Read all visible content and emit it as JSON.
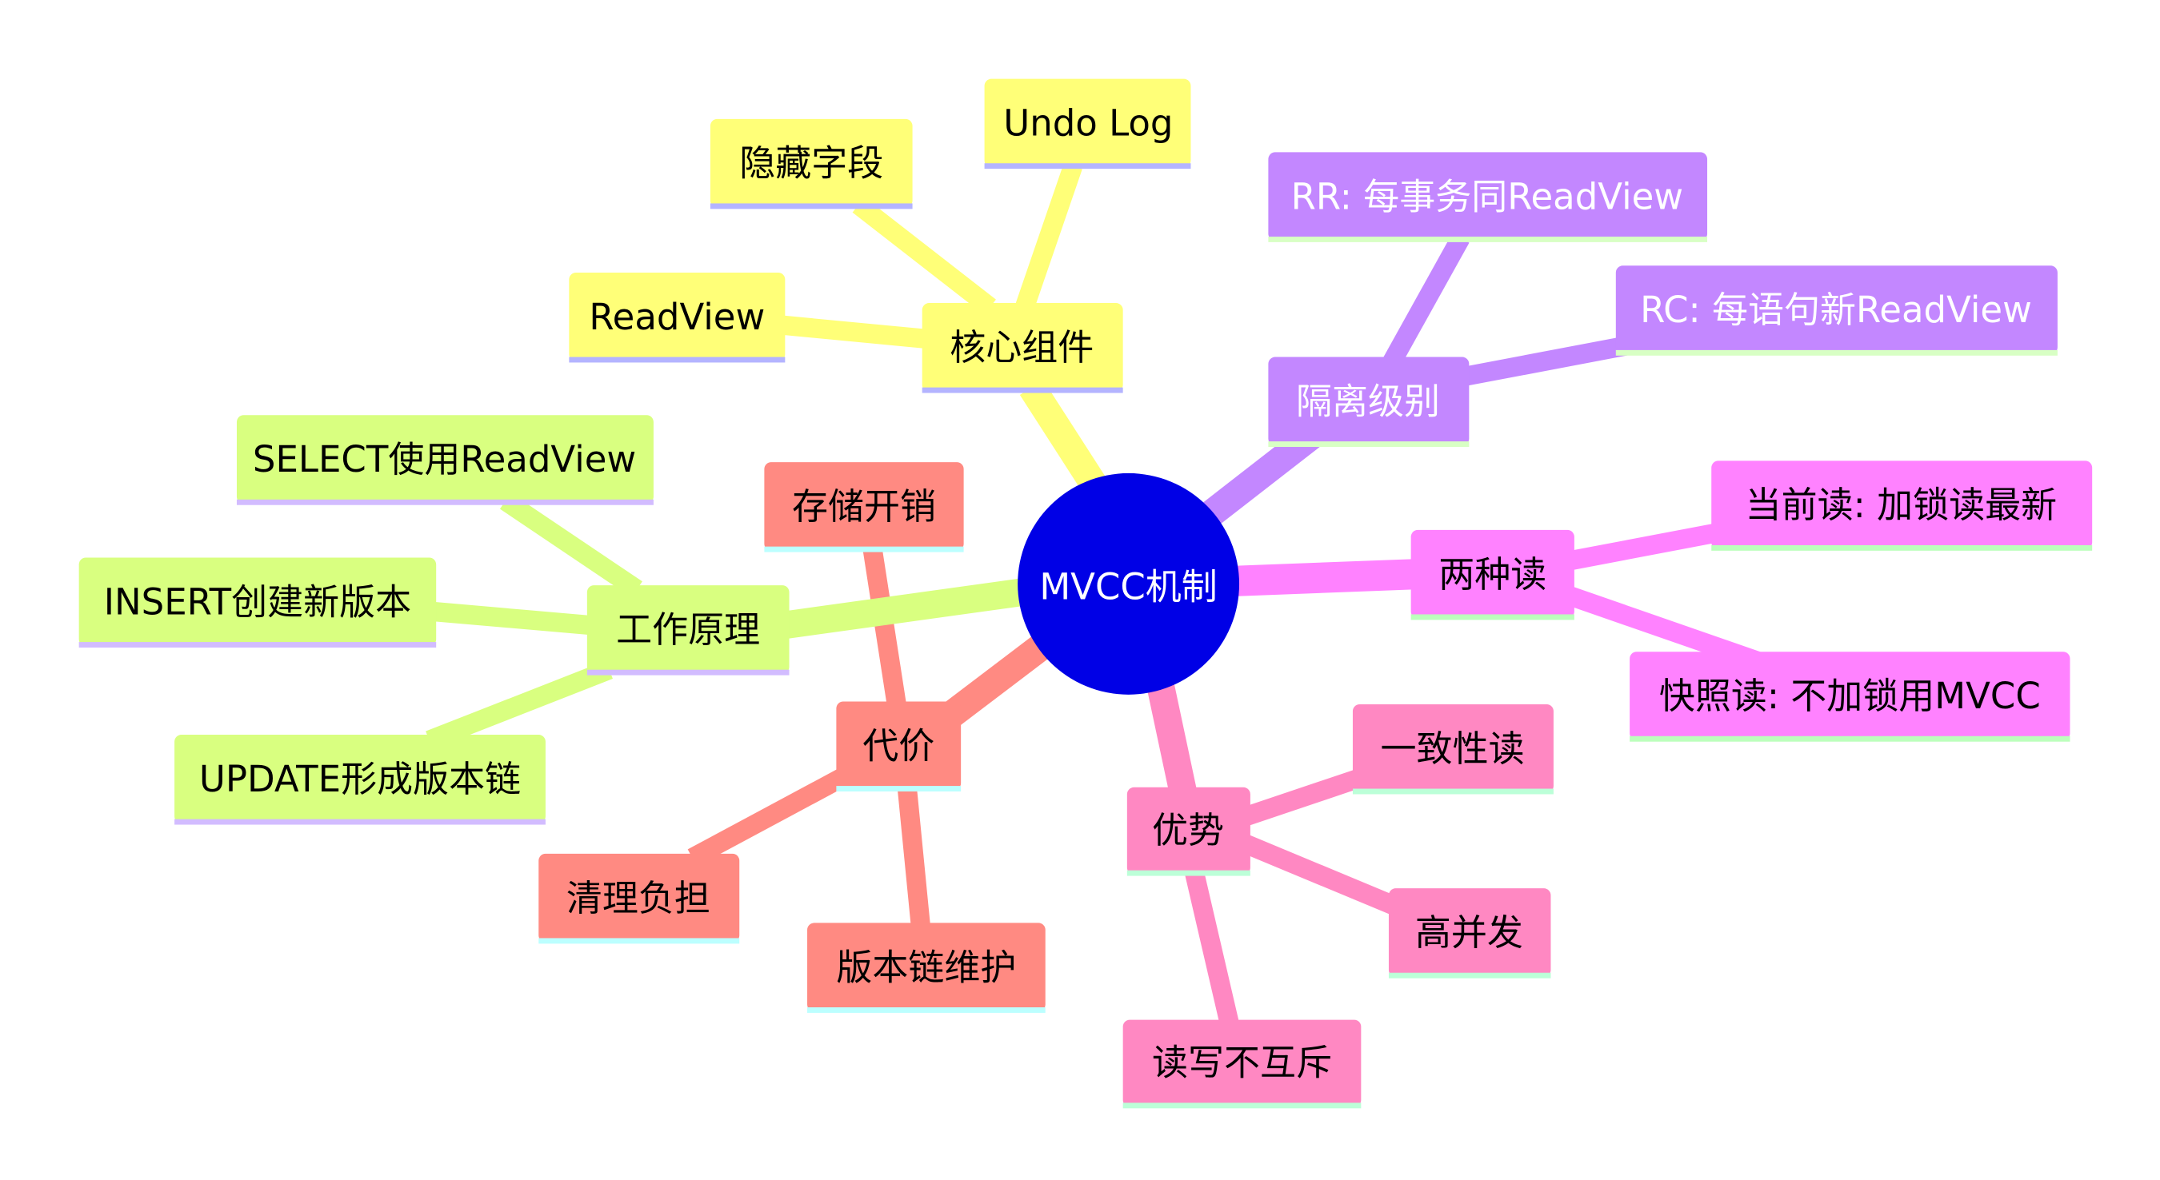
{
  "root": {
    "label": "MVCC机制",
    "color": "#0000e6"
  },
  "branches": {
    "core": {
      "label": "核心组件",
      "color": "#ffff78",
      "children": [
        "ReadView",
        "隐藏字段",
        "Undo Log"
      ]
    },
    "isolation": {
      "label": "隔离级别",
      "color": "#c387ff",
      "children": [
        "RR: 每事务同ReadView",
        "RC: 每语句新ReadView"
      ]
    },
    "reads": {
      "label": "两种读",
      "color": "#ff82ff",
      "children": [
        "当前读: 加锁读最新",
        "快照读: 不加锁用MVCC"
      ]
    },
    "advantages": {
      "label": "优势",
      "color": "#ff88c2",
      "children": [
        "一致性读",
        "高并发",
        "读写不互斥"
      ]
    },
    "cost": {
      "label": "代价",
      "color": "#ff8a82",
      "children": [
        "存储开销",
        "清理负担",
        "版本链维护"
      ]
    },
    "principle": {
      "label": "工作原理",
      "color": "#d9ff80",
      "children": [
        "SELECT使用ReadView",
        "INSERT创建新版本",
        "UPDATE形成版本链"
      ]
    }
  }
}
